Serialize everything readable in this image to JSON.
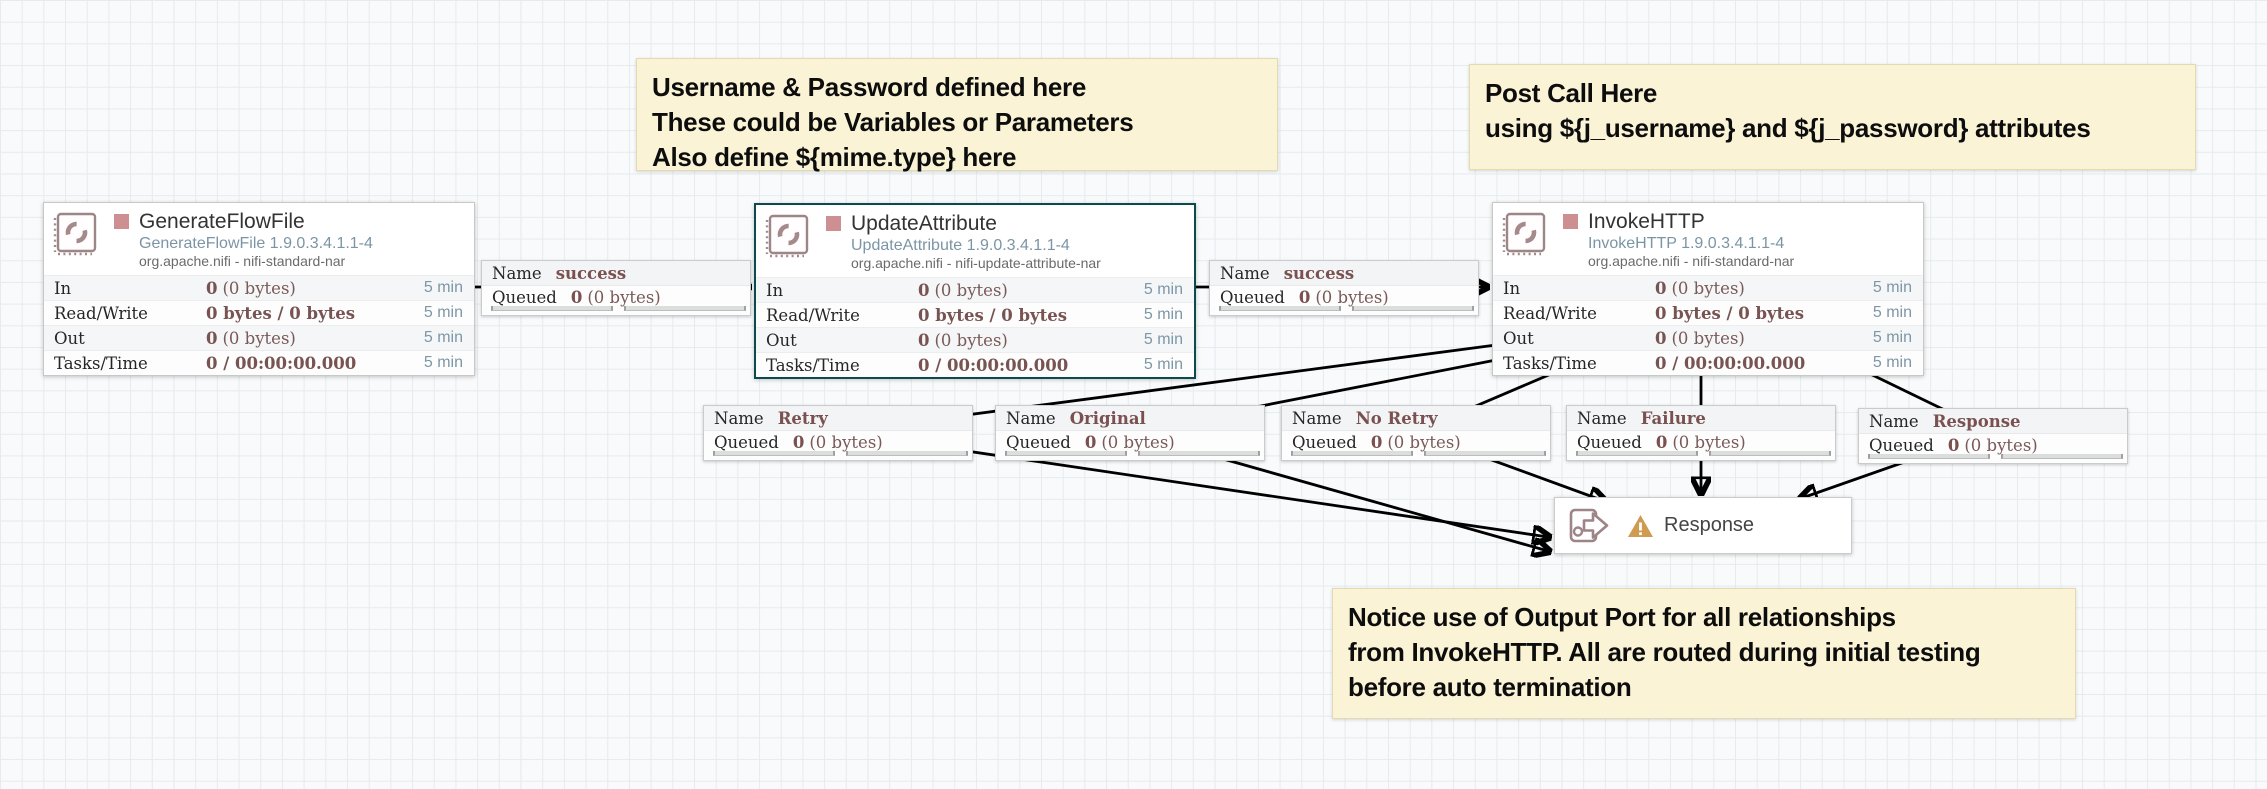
{
  "notes": [
    {
      "lines": [
        "Username & Password defined here",
        "These could be Variables or Parameters",
        "Also define ${mime.type} here"
      ]
    },
    {
      "lines": [
        "Post Call Here",
        "using ${j_username} and ${j_password} attributes"
      ]
    },
    {
      "lines": [
        "Notice use of Output Port for all relationships",
        "from InvokeHTTP. All are routed during initial testing",
        "before auto termination"
      ]
    }
  ],
  "processors": [
    {
      "title": "GenerateFlowFile",
      "type": "GenerateFlowFile 1.9.0.3.4.1.1-4",
      "bundle": "org.apache.nifi - nifi-standard-nar",
      "stats": [
        {
          "label": "In",
          "bold": "0",
          "rest": "(0 bytes)",
          "time": "5 min"
        },
        {
          "label": "Read/Write",
          "bold": "0 bytes / 0 bytes",
          "rest": "",
          "time": "5 min"
        },
        {
          "label": "Out",
          "bold": "0",
          "rest": "(0 bytes)",
          "time": "5 min"
        },
        {
          "label": "Tasks/Time",
          "bold": "0 / 00:00:00.000",
          "rest": "",
          "time": "5 min"
        }
      ]
    },
    {
      "title": "UpdateAttribute",
      "type": "UpdateAttribute 1.9.0.3.4.1.1-4",
      "bundle": "org.apache.nifi - nifi-update-attribute-nar",
      "stats": [
        {
          "label": "In",
          "bold": "0",
          "rest": "(0 bytes)",
          "time": "5 min"
        },
        {
          "label": "Read/Write",
          "bold": "0 bytes / 0 bytes",
          "rest": "",
          "time": "5 min"
        },
        {
          "label": "Out",
          "bold": "0",
          "rest": "(0 bytes)",
          "time": "5 min"
        },
        {
          "label": "Tasks/Time",
          "bold": "0 / 00:00:00.000",
          "rest": "",
          "time": "5 min"
        }
      ]
    },
    {
      "title": "InvokeHTTP",
      "type": "InvokeHTTP 1.9.0.3.4.1.1-4",
      "bundle": "org.apache.nifi - nifi-standard-nar",
      "stats": [
        {
          "label": "In",
          "bold": "0",
          "rest": "(0 bytes)",
          "time": "5 min"
        },
        {
          "label": "Read/Write",
          "bold": "0 bytes / 0 bytes",
          "rest": "",
          "time": "5 min"
        },
        {
          "label": "Out",
          "bold": "0",
          "rest": "(0 bytes)",
          "time": "5 min"
        },
        {
          "label": "Tasks/Time",
          "bold": "0 / 00:00:00.000",
          "rest": "",
          "time": "5 min"
        }
      ]
    }
  ],
  "connection_labels": {
    "name": "Name",
    "queued": "Queued"
  },
  "connections": [
    {
      "name": "success",
      "count": "0",
      "size": "(0 bytes)"
    },
    {
      "name": "success",
      "count": "0",
      "size": "(0 bytes)"
    },
    {
      "name": "Retry",
      "count": "0",
      "size": "(0 bytes)"
    },
    {
      "name": "Original",
      "count": "0",
      "size": "(0 bytes)"
    },
    {
      "name": "No Retry",
      "count": "0",
      "size": "(0 bytes)"
    },
    {
      "name": "Failure",
      "count": "0",
      "size": "(0 bytes)"
    },
    {
      "name": "Response",
      "count": "0",
      "size": "(0 bytes)"
    }
  ],
  "output_port": {
    "name": "Response"
  },
  "colors": {
    "stopped_state": "#ce8f92",
    "stat_value": "#775351",
    "time_text": "#7e97a6",
    "type_text": "#7b95a5",
    "selected_border": "#0b4a4d",
    "note_bg": "#faf3d6",
    "warning": "#cf9b51",
    "wire": "#000000"
  }
}
